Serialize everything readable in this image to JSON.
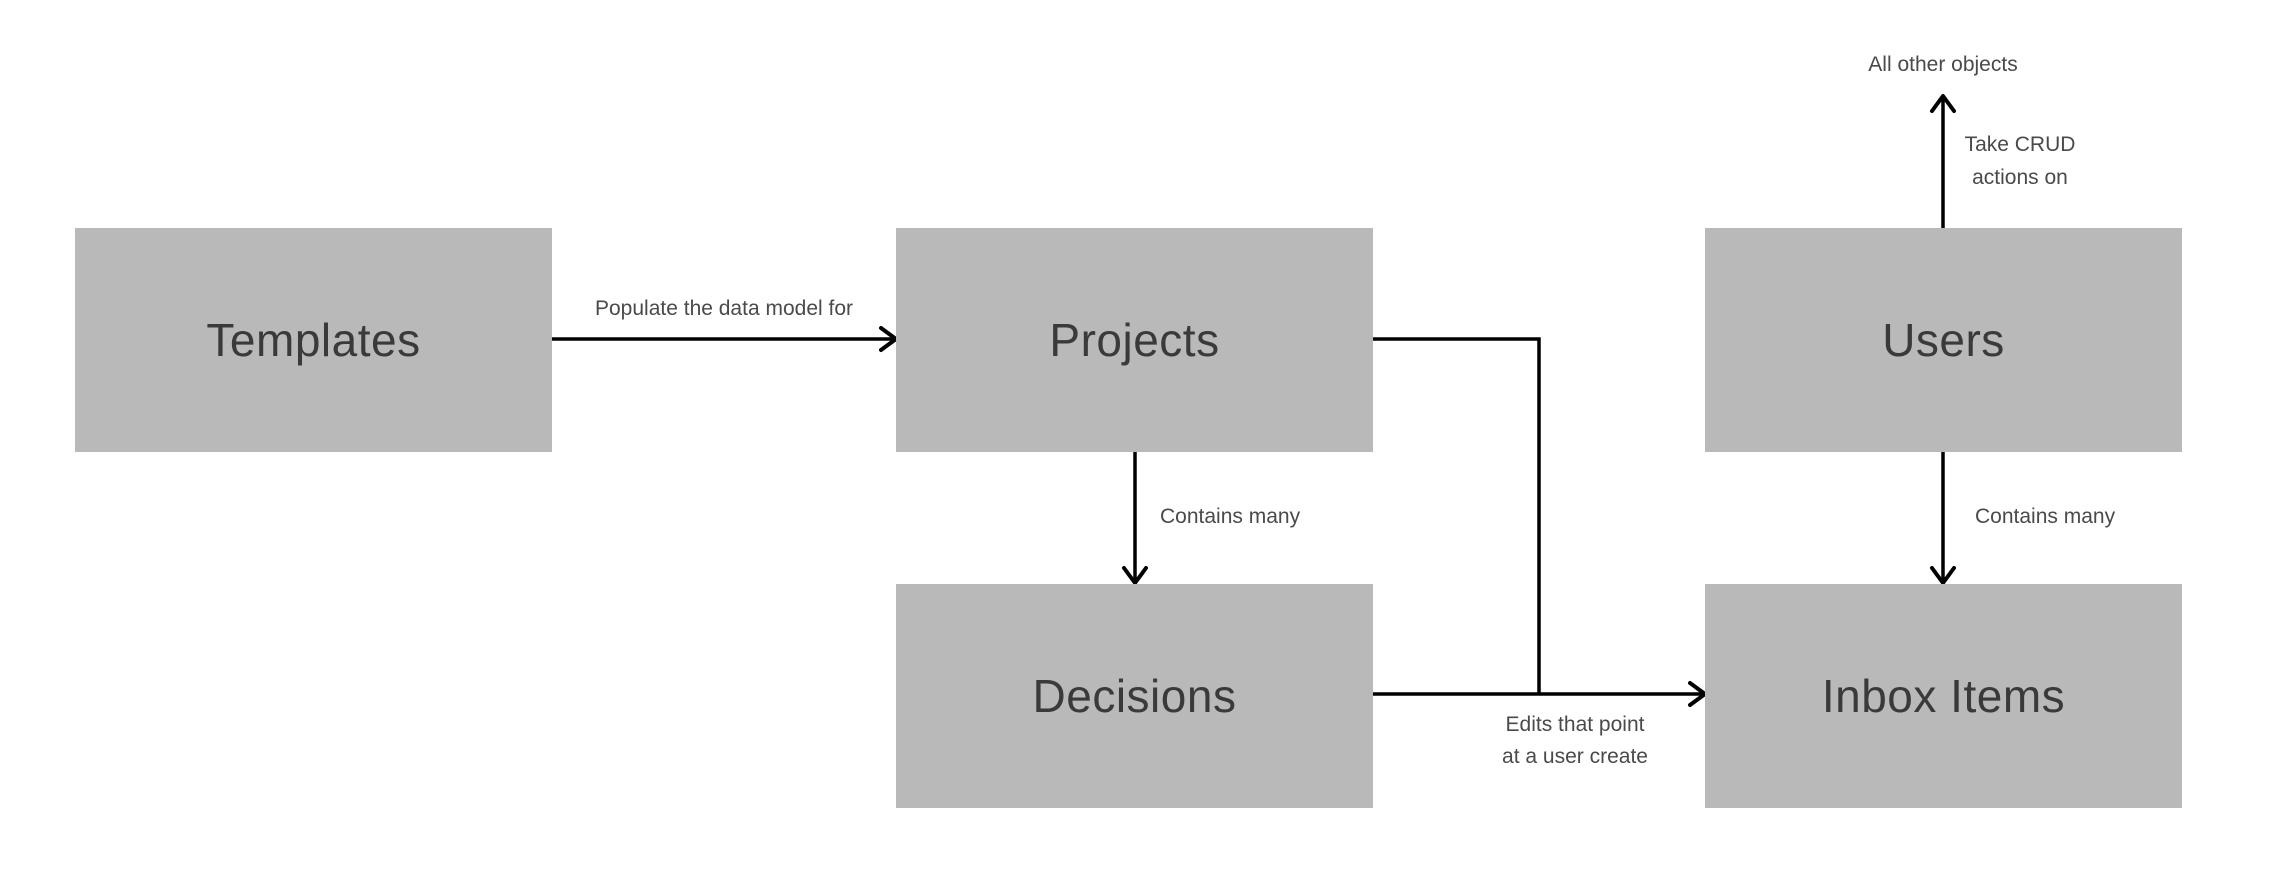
{
  "diagram": {
    "background": "#ffffff",
    "node_fill": "#b9b9b9",
    "node_text_color": "#3a3a3a",
    "label_text_color": "#4a4a4a",
    "line_color": "#000000"
  },
  "nodes": [
    {
      "id": "templates",
      "label": "Templates"
    },
    {
      "id": "projects",
      "label": "Projects"
    },
    {
      "id": "users",
      "label": "Users"
    },
    {
      "id": "decisions",
      "label": "Decisions"
    },
    {
      "id": "inbox-items",
      "label": "Inbox Items"
    }
  ],
  "edges": [
    {
      "from": "Templates",
      "to": "Projects",
      "label": "Populate the data model for"
    },
    {
      "from": "Projects",
      "to": "Decisions",
      "label": "Contains many"
    },
    {
      "from": "Users",
      "to": "Inbox Items",
      "label": "Contains many"
    },
    {
      "from": "Users",
      "to": "All other objects",
      "label": "Take CRUD actions on",
      "label_lines": [
        "Take CRUD",
        "actions on"
      ]
    },
    {
      "from": "Projects and Decisions",
      "to": "Inbox Items",
      "label": "Edits that point at a user create",
      "label_lines": [
        "Edits that point",
        "at a user create"
      ]
    }
  ]
}
